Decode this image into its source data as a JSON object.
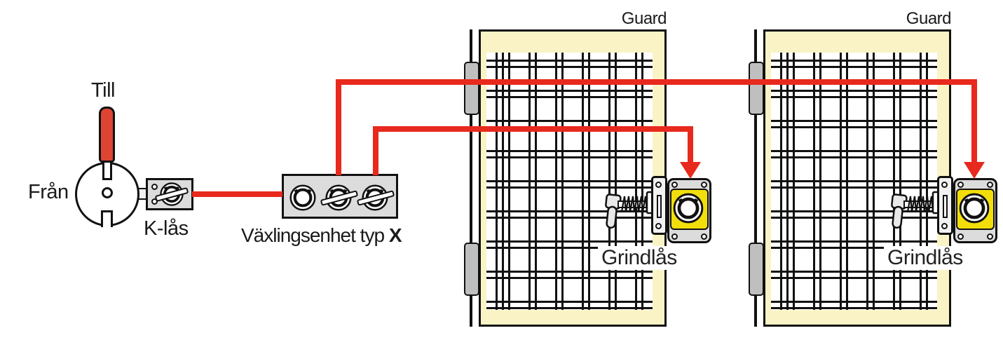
{
  "diagram": {
    "labels": {
      "till": "Till",
      "fran": "Från",
      "k_las": "K-lås",
      "vaxlingsenhet": "Växlingsenhet typ",
      "vaxlingsenhet_type": "X"
    },
    "gates": [
      {
        "guard": "Guard",
        "lock_label": "Grindlås"
      },
      {
        "guard": "Guard",
        "lock_label": "Grindlås"
      }
    ],
    "colors": {
      "line_red": "#e8291d",
      "key_red": "#dd4433",
      "frame_cream": "#f9f3c6",
      "lock_yellow": "#f2de0a",
      "unit_gray": "#dcdcdc",
      "hinge_gray": "#bfbfbf",
      "outline_black": "#111111"
    }
  }
}
